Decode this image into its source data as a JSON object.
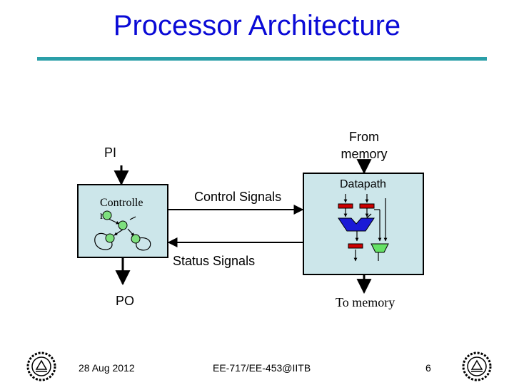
{
  "slide": {
    "title": "Processor Architecture"
  },
  "diagram": {
    "pi_label": "PI",
    "po_label": "PO",
    "from_memory_label": "From\nmemory",
    "to_memory_label": "To memory",
    "controller_label": "Controlle\nr",
    "datapath_label": "Datapath",
    "control_signals_label": "Control Signals",
    "status_signals_label": "Status Signals"
  },
  "footer": {
    "date": "28 Aug 2012",
    "course": "EE-717/EE-453@IITB",
    "page_number": "6"
  },
  "colors": {
    "title": "#0a0ad6",
    "rule": "#2a9fa8",
    "box_fill": "#cce6ea",
    "register_red": "#cc0000",
    "alu_blue": "#1a1ad6",
    "mux_green": "#66e266",
    "fsm_state_green": "#7ee07e"
  }
}
